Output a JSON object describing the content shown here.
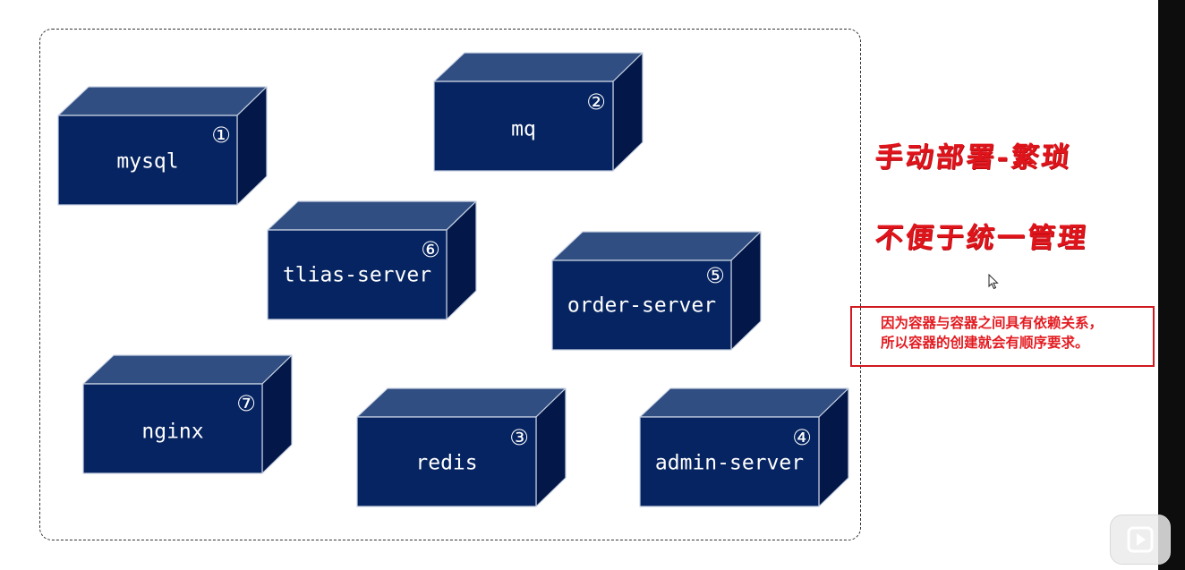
{
  "containers": [
    {
      "id": "mysql",
      "label": "mysql",
      "number": "①"
    },
    {
      "id": "mq",
      "label": "mq",
      "number": "②"
    },
    {
      "id": "tlias",
      "label": "tlias-server",
      "number": "⑥"
    },
    {
      "id": "order",
      "label": "order-server",
      "number": "⑤"
    },
    {
      "id": "nginx",
      "label": "nginx",
      "number": "⑦"
    },
    {
      "id": "redis",
      "label": "redis",
      "number": "③"
    },
    {
      "id": "admin",
      "label": "admin-server",
      "number": "④"
    }
  ],
  "annotations": {
    "title_line1": "手动部署-繁琐",
    "title_line2": "不便于统一管理",
    "note_line1": "因为容器与容器之间具有依赖关系，",
    "note_line2": "所以容器的创建就会有顺序要求。"
  },
  "colors": {
    "block_front": "#062461",
    "block_top": "#304e82",
    "block_side": "#031848",
    "block_stroke": "#c9d2e3",
    "annotation_red": "#e0141b"
  },
  "icons": {
    "cursor": "mouse-pointer-icon",
    "video": "play-icon"
  }
}
